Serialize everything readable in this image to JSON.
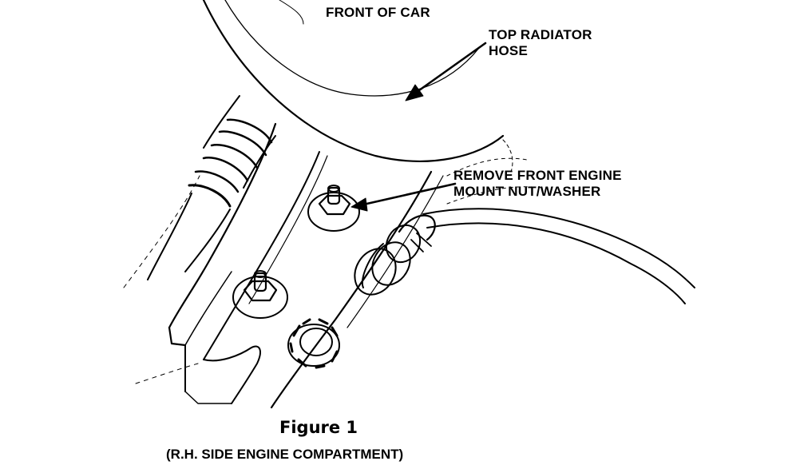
{
  "labels": {
    "front_of_car": "FRONT OF CAR",
    "radiator_hose_line1": "TOP RADIATOR",
    "radiator_hose_line2": "HOSE",
    "mount_nut_line1": "REMOVE FRONT ENGINE",
    "mount_nut_line2": "MOUNT NUT/WASHER"
  },
  "caption": {
    "title": "Figure 1",
    "subtitle": "(R.H. SIDE ENGINE COMPARTMENT)"
  }
}
